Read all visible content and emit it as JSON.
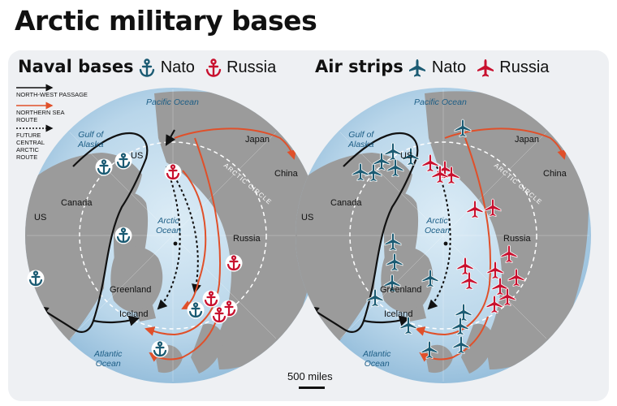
{
  "title": "Arctic military bases",
  "left_panel": {
    "heading": "Naval bases",
    "nato": "Nato",
    "russia": "Russia"
  },
  "right_panel": {
    "heading": "Air strips",
    "nato": "Nato",
    "russia": "Russia"
  },
  "legend": {
    "nw_passage": "NORTH-WEST PASSAGE",
    "nsr_line1": "NORTHERN SEA",
    "nsr_line2": "ROUTE",
    "future_line1": "FUTURE",
    "future_line2": "CENTRAL",
    "future_line3": "ARCTIC",
    "future_line4": "ROUTE"
  },
  "labels": {
    "pacific": "Pacific Ocean",
    "gulf1": "Gulf of",
    "gulf2": "Alaska",
    "japan": "Japan",
    "us_alaska": "US",
    "china": "China",
    "canada": "Canada",
    "us": "US",
    "arctic1": "Arctic",
    "arctic2": "Ocean",
    "russia": "Russia",
    "greenland": "Greenland",
    "iceland": "Iceland",
    "atlantic1": "Atlantic",
    "atlantic2": "Ocean",
    "circle": "ARCTIC CIRCLE"
  },
  "scale": "500 miles",
  "colors": {
    "nato": "#1b5b73",
    "russia": "#c8102e",
    "ocean": "#b8d6ea",
    "land": "#9b9b9b",
    "route_nsr": "#e0502a"
  }
}
